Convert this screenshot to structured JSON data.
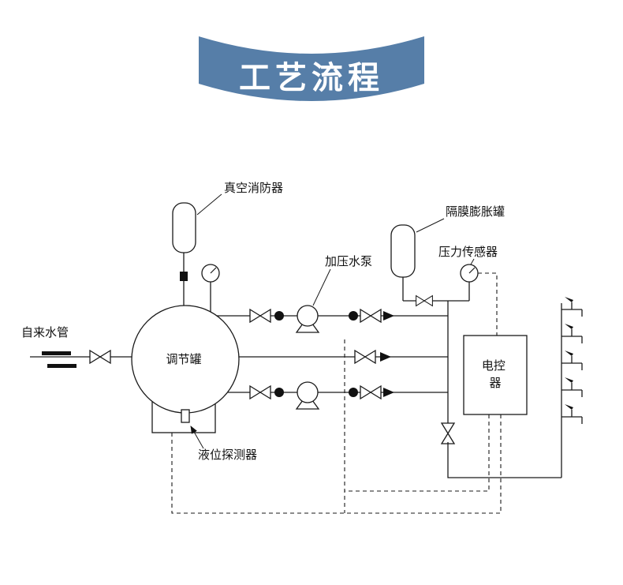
{
  "banner": {
    "title": "工艺流程"
  },
  "colors": {
    "banner": "#567ea8",
    "line": "#1a1a1a"
  },
  "labels": {
    "vacuum_breaker": "真空消防器",
    "expansion_tank": "隔膜膨胀罐",
    "pressure_sensor": "压力传感器",
    "booster_pump": "加压水泵",
    "tap_water_pipe": "自来水管",
    "regulating_tank": "调节罐",
    "level_detector": "液位探测器",
    "controller_line1": "电控",
    "controller_line2": "器"
  }
}
